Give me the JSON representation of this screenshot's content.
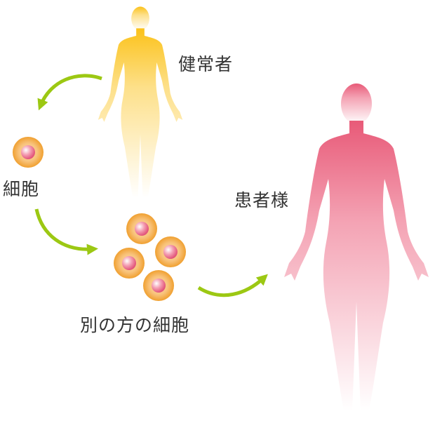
{
  "labels": {
    "healthy": "健常者",
    "cell": "細胞",
    "patient": "患者様",
    "other_cells": "別の方の細胞"
  },
  "colors": {
    "healthy_figure": "#fbc21a",
    "patient_figure": "#e85a78",
    "arrow": "#9cc813",
    "cell": "#f2a33a",
    "nucleus": "#e2557a",
    "text": "#333333"
  }
}
